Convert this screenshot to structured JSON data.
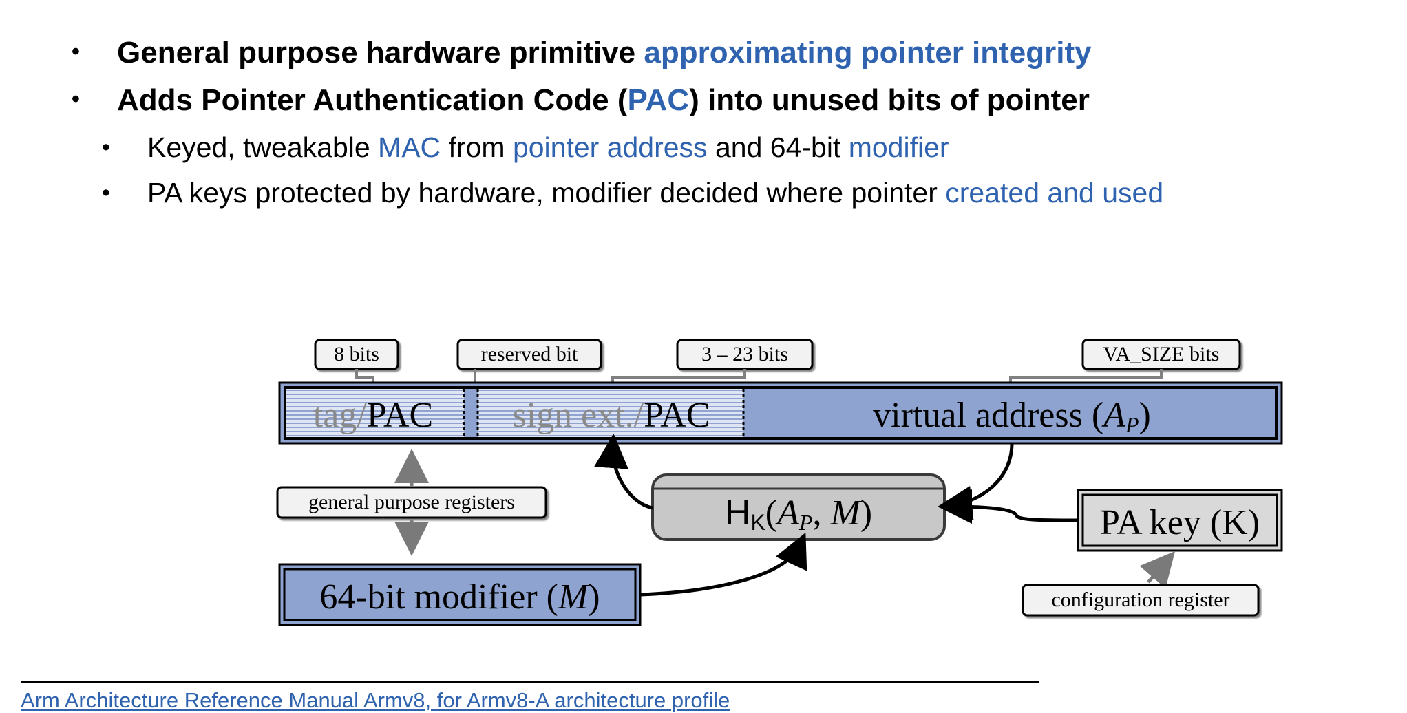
{
  "bullets": {
    "b1": {
      "text1": "General purpose hardware primitive ",
      "hl1": "approximating pointer integrity"
    },
    "b2": {
      "text1": "Adds Pointer Authentication Code (",
      "hl1": "PAC",
      "text2": ") into unused bits of pointer"
    },
    "b3": {
      "text1": "Keyed, tweakable ",
      "hl1": "MAC",
      "text2": " from ",
      "hl2": "pointer address",
      "text3": " and 64-bit ",
      "hl3": "modifier"
    },
    "b4": {
      "text1": "PA keys protected by hardware, modifier decided where pointer ",
      "hl1": "created and used"
    },
    "bullet_char": "•"
  },
  "diagram": {
    "labels": {
      "bits8": "8 bits",
      "reserved": "reserved bit",
      "bits3_23": "3 – 23 bits",
      "va_size": "VA_SIZE bits",
      "gpr": "general purpose registers",
      "config": "configuration register"
    },
    "pointer": {
      "tag_gray": "tag/",
      "tag_black": "PAC",
      "sign_gray": "sign ext./",
      "sign_black": "PAC",
      "va_text": "virtual address (",
      "va_sym": "A",
      "va_sub": "P",
      "va_close": ")"
    },
    "hash": {
      "h": "H",
      "k": "K",
      "open": "(",
      "a": "A",
      "p": "P",
      "rest": ", ",
      "m": "M",
      "close": ")"
    },
    "key": "PA key (K)",
    "modifier": {
      "text": "64-bit modifier (",
      "m": "M",
      "close": ")"
    },
    "colors": {
      "blue_fill": "#8ea3cf",
      "gray_fill": "#c8c8c8",
      "accent": "#2f63b0"
    }
  },
  "footnote": "Arm Architecture Reference Manual Armv8, for Armv8-A architecture profile"
}
